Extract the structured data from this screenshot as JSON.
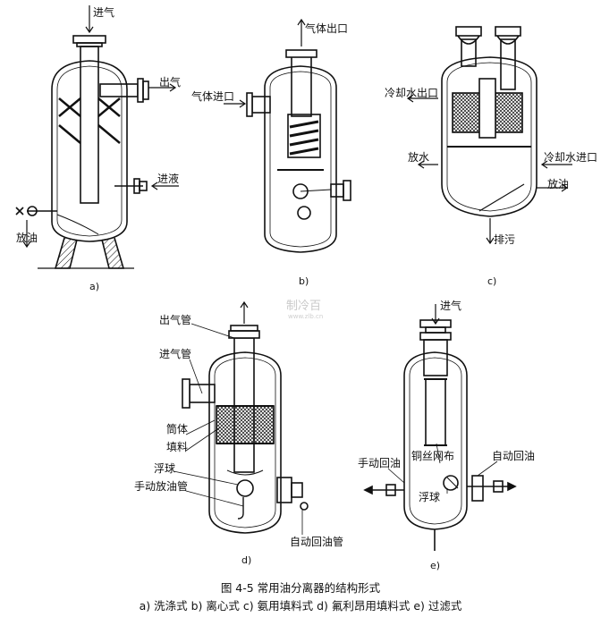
{
  "figure": {
    "caption": "图 4-5   常用油分离器的结构形式",
    "subcaption": "a) 洗涤式  b) 离心式  c) 氨用填料式  d) 氟利昂用填料式  e) 过滤式"
  },
  "diagram_a": {
    "letter": "a)",
    "labels": {
      "inlet": "进气",
      "outlet": "出气",
      "liquid_in": "进液",
      "oil_drain": "放油"
    }
  },
  "diagram_b": {
    "letter": "b)",
    "labels": {
      "gas_outlet": "气体出口",
      "gas_inlet": "气体进口"
    }
  },
  "diagram_c": {
    "letter": "c)",
    "labels": {
      "cooling_out": "冷却水出口",
      "drain_water": "放水",
      "cooling_in": "冷却水进口",
      "oil_drain": "放油",
      "sewage": "排污"
    }
  },
  "diagram_d": {
    "letter": "d)",
    "labels": {
      "outlet_pipe": "出气管",
      "inlet_pipe": "进气管",
      "shell": "筒体",
      "packing": "填料",
      "float": "浮球",
      "manual_oil": "手动放油管",
      "auto_oil": "自动回油管"
    }
  },
  "diagram_e": {
    "letter": "e)",
    "labels": {
      "inlet": "进气",
      "manual_return": "手动回油",
      "mesh": "铜丝网布",
      "float": "浮球",
      "auto_return": "自动回油"
    }
  },
  "watermark": {
    "main": "制冷百",
    "sub": "www.zlb.cn"
  }
}
